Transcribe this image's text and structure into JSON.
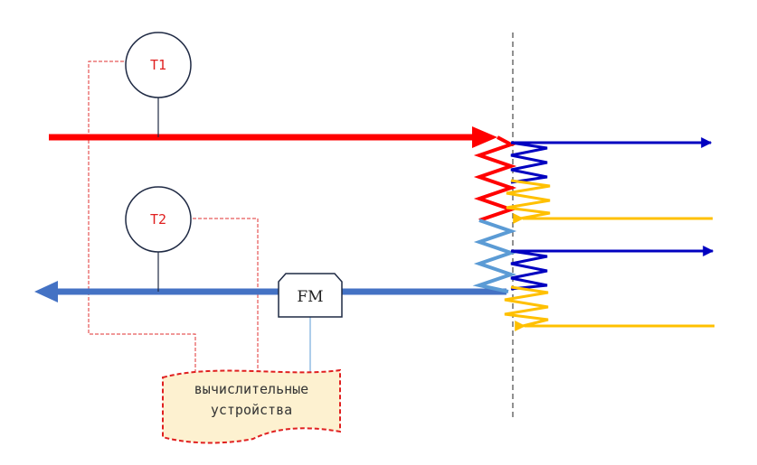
{
  "sensors": {
    "t1": {
      "label": "T1"
    },
    "t2": {
      "label": "T2"
    }
  },
  "flow_meter": {
    "label": "FM"
  },
  "computing_devices": {
    "line1": "вычислительные",
    "line2": "устройства"
  },
  "colors": {
    "supply": "#ff0000",
    "return": "#4472c4",
    "return_coil": "#5b9bd5",
    "secondary_supply": "#0000c0",
    "secondary_return": "#ffc000",
    "signal_line": "#e03030",
    "device_fill": "#fdf1d0",
    "sensor_outline": "#1f2a44"
  }
}
